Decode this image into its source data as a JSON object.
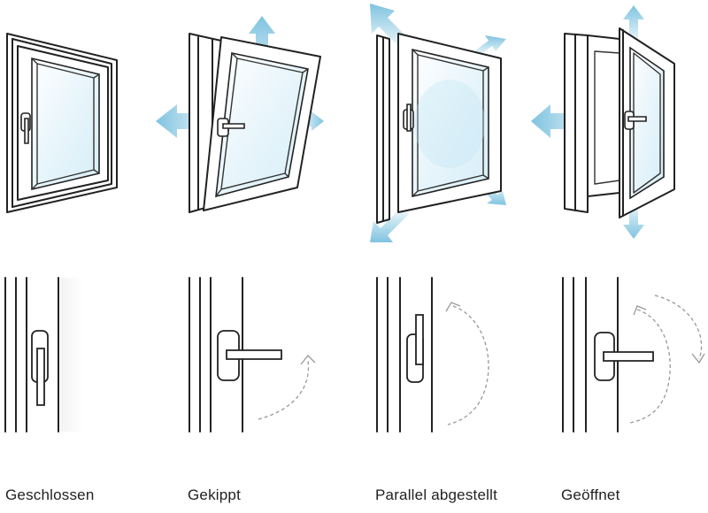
{
  "figure": {
    "columns": [
      {
        "caption": "Geschlossen"
      },
      {
        "caption": "Gekippt"
      },
      {
        "caption": "Parallel abgestellt"
      },
      {
        "caption": "Geöffnet"
      }
    ],
    "colors": {
      "line": "#222222",
      "glass": "#e3f3fa",
      "arrow": "#8ccbe4",
      "dashed_hint": "#999999"
    },
    "icons": [
      "window-closed-icon",
      "window-tilted-icon",
      "window-parallel-icon",
      "window-open-icon",
      "handle-icon",
      "arrow-icon",
      "rotation-arrow-icon"
    ]
  }
}
